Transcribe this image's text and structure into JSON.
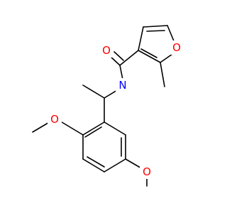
{
  "molecule": {
    "atom_labels": {
      "carbonyl_oxygen": "O",
      "furan_oxygen": "O",
      "amide_nitrogen": "N",
      "methoxy_oxygen_ortho": "O",
      "methoxy_oxygen_meta": "O"
    },
    "colors": {
      "oxygen": "#ff0000",
      "nitrogen": "#0000ff",
      "bond": "#000000"
    }
  }
}
